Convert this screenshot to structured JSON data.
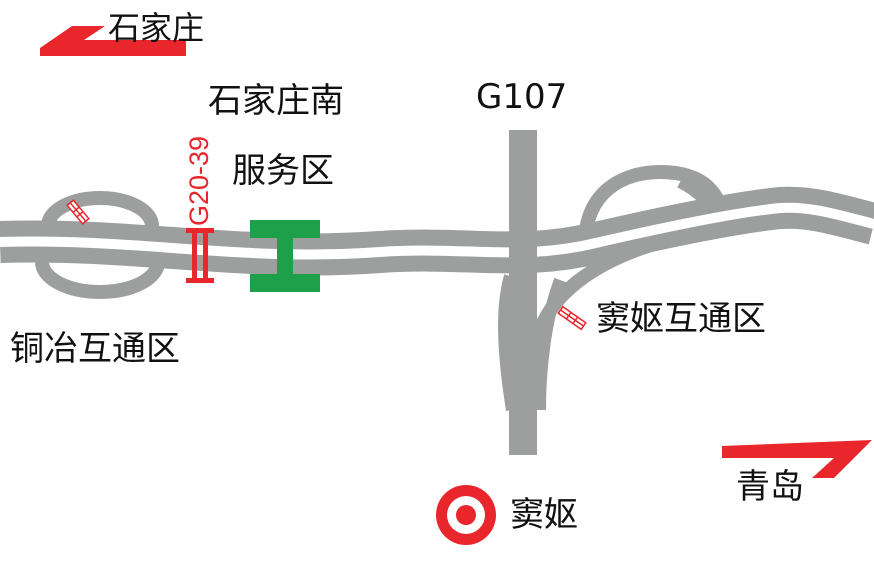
{
  "map": {
    "labels": {
      "shijiazhuang": "石家庄",
      "shijiazhuang_south": "石家庄南",
      "service_area": "服务区",
      "g107": "G107",
      "tongye_interchange": "铜冶互通区",
      "douyu_interchange": "窦妪互通区",
      "qingdao": "青岛",
      "douyu_town": "窦妪",
      "station_code": "G20-39"
    },
    "colors": {
      "road_gray": "#9d9e9e",
      "road_center": "#ffffff",
      "accent_red": "#e8262b",
      "service_green": "#1ea04b",
      "text": "#111111"
    },
    "icons": {
      "service_area_marker": "service-area-icon",
      "toll_station_marker": "toll-station-icon",
      "interchange_marker": "interchange-icon",
      "town_marker": "town-target-icon",
      "direction_arrow": "direction-arrow-icon"
    }
  }
}
